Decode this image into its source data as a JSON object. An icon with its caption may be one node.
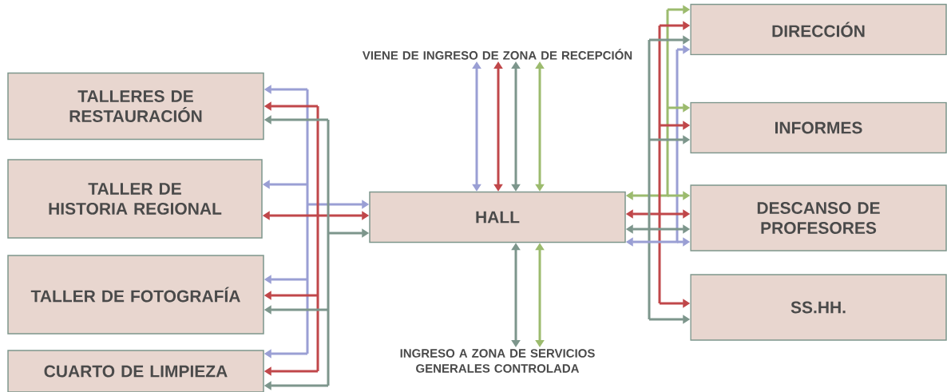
{
  "diagram": {
    "nodes": [
      {
        "text": [
          "TALLERES DE RESTAURACIÓN"
        ]
      },
      {
        "text": [
          "TALLER DE HISTORIA REGIONAL"
        ]
      },
      {
        "text": [
          "TALLER DE FOTOGRAFÍA"
        ]
      },
      {
        "text": [
          "CUARTO DE LIMPIEZA"
        ]
      },
      {
        "text": [
          "HALL"
        ]
      },
      {
        "text": [
          "VIENE DE INGRESO DE ZONA DE RECEPCIÓN"
        ]
      },
      {
        "text": [
          "INGRESO A ZONA DE SERVICIOS GENERALES CONTROLADA"
        ]
      },
      {
        "text": [
          "DIRECCIÓN"
        ]
      },
      {
        "text": [
          "INFORMES"
        ]
      },
      {
        "text": [
          "DESCANSO DE PROFESORES"
        ]
      },
      {
        "text": [
          "SS.HH."
        ]
      }
    ],
    "edges": [
      {
        "from": 4,
        "to": 0,
        "arrow": "both",
        "color": "#9a9fd4"
      },
      {
        "from": 4,
        "to": 1,
        "arrow": "both",
        "color": "#9a9fd4"
      },
      {
        "from": 4,
        "to": 2,
        "arrow": "both",
        "color": "#9a9fd4"
      },
      {
        "from": 4,
        "to": 3,
        "arrow": "both",
        "color": "#9a9fd4"
      },
      {
        "from": 4,
        "to": 0,
        "arrow": "both",
        "color": "#c0474a"
      },
      {
        "from": 4,
        "to": 1,
        "arrow": "both",
        "color": "#c0474a"
      },
      {
        "from": 4,
        "to": 2,
        "arrow": "both",
        "color": "#c0474a"
      },
      {
        "from": 4,
        "to": 3,
        "arrow": "both",
        "color": "#c0474a"
      },
      {
        "from": 4,
        "to": 0,
        "arrow": "both",
        "color": "#7d968c"
      },
      {
        "from": 4,
        "to": 2,
        "arrow": "both",
        "color": "#7d968c"
      },
      {
        "from": 4,
        "to": 3,
        "arrow": "both",
        "color": "#7d968c"
      },
      {
        "from": 4,
        "to": 7,
        "arrow": "both",
        "color": "#9cbb6e"
      },
      {
        "from": 4,
        "to": 8,
        "arrow": "both",
        "color": "#9cbb6e"
      },
      {
        "from": 4,
        "to": 9,
        "arrow": "both",
        "color": "#9cbb6e"
      },
      {
        "from": 4,
        "to": 7,
        "arrow": "both",
        "color": "#c0474a"
      },
      {
        "from": 4,
        "to": 8,
        "arrow": "both",
        "color": "#c0474a"
      },
      {
        "from": 4,
        "to": 9,
        "arrow": "both",
        "color": "#c0474a"
      },
      {
        "from": 4,
        "to": 10,
        "arrow": "both",
        "color": "#c0474a"
      },
      {
        "from": 4,
        "to": 7,
        "arrow": "both",
        "color": "#7d968c"
      },
      {
        "from": 4,
        "to": 8,
        "arrow": "both",
        "color": "#7d968c"
      },
      {
        "from": 4,
        "to": 9,
        "arrow": "both",
        "color": "#7d968c"
      },
      {
        "from": 4,
        "to": 10,
        "arrow": "both",
        "color": "#7d968c"
      },
      {
        "from": 4,
        "to": 7,
        "arrow": "both",
        "color": "#9a9fd4"
      },
      {
        "from": 4,
        "to": 9,
        "arrow": "both",
        "color": "#9a9fd4"
      },
      {
        "from": 5,
        "to": 4,
        "arrow": "both",
        "color": "#9a9fd4"
      },
      {
        "from": 5,
        "to": 4,
        "arrow": "both",
        "color": "#c0474a"
      },
      {
        "from": 5,
        "to": 4,
        "arrow": "both",
        "color": "#7d968c"
      },
      {
        "from": 5,
        "to": 4,
        "arrow": "both",
        "color": "#9cbb6e"
      },
      {
        "from": 4,
        "to": 6,
        "arrow": "both",
        "color": "#7d968c"
      },
      {
        "from": 4,
        "to": 6,
        "arrow": "both",
        "color": "#9cbb6e"
      }
    ]
  }
}
